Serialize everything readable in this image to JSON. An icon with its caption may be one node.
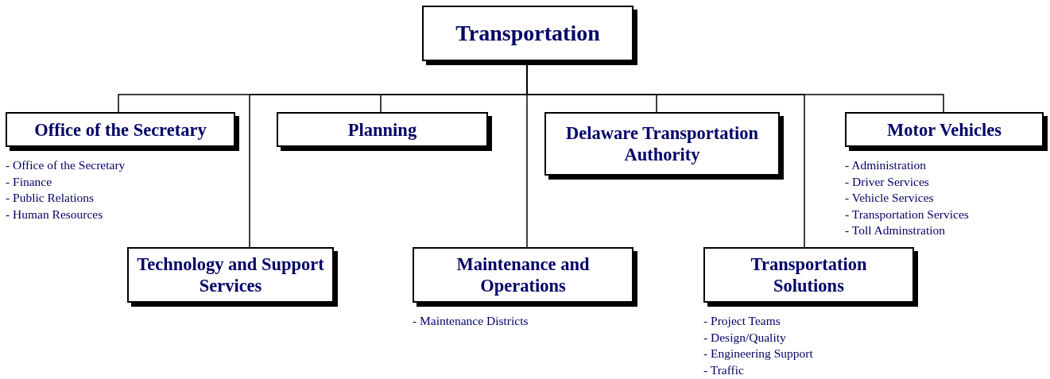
{
  "diagram": {
    "nodes": [
      {
        "text": [
          "Transportation"
        ]
      },
      {
        "text": [
          "Office of the Secretary"
        ],
        "beside": [
          "- Office of the Secretary",
          "- Finance",
          "- Public Relations",
          "- Human Resources"
        ]
      },
      {
        "text": [
          "Planning"
        ]
      },
      {
        "text": [
          "Delaware Transportation Authority"
        ]
      },
      {
        "text": [
          "Motor Vehicles"
        ],
        "beside": [
          "- Administration",
          "- Driver Services",
          "- Vehicle Services",
          "- Transportation Services",
          "- Toll Adminstration"
        ]
      },
      {
        "text": [
          "Technology and Support Services"
        ]
      },
      {
        "text": [
          "Maintenance and Operations"
        ],
        "beside": [
          "- Maintenance Districts"
        ]
      },
      {
        "text": [
          "Transportation Solutions"
        ],
        "beside": [
          "- Project Teams",
          "- Design/Quality",
          "- Engineering Support",
          "- Traffic"
        ]
      }
    ],
    "edges": [
      {
        "from": 0,
        "to": 1,
        "arrow": "none"
      },
      {
        "from": 0,
        "to": 2,
        "arrow": "none"
      },
      {
        "from": 0,
        "to": 3,
        "arrow": "none"
      },
      {
        "from": 0,
        "to": 4,
        "arrow": "none"
      },
      {
        "from": 0,
        "to": 5,
        "arrow": "none"
      },
      {
        "from": 0,
        "to": 6,
        "arrow": "none"
      },
      {
        "from": 0,
        "to": 7,
        "arrow": "none"
      }
    ]
  }
}
